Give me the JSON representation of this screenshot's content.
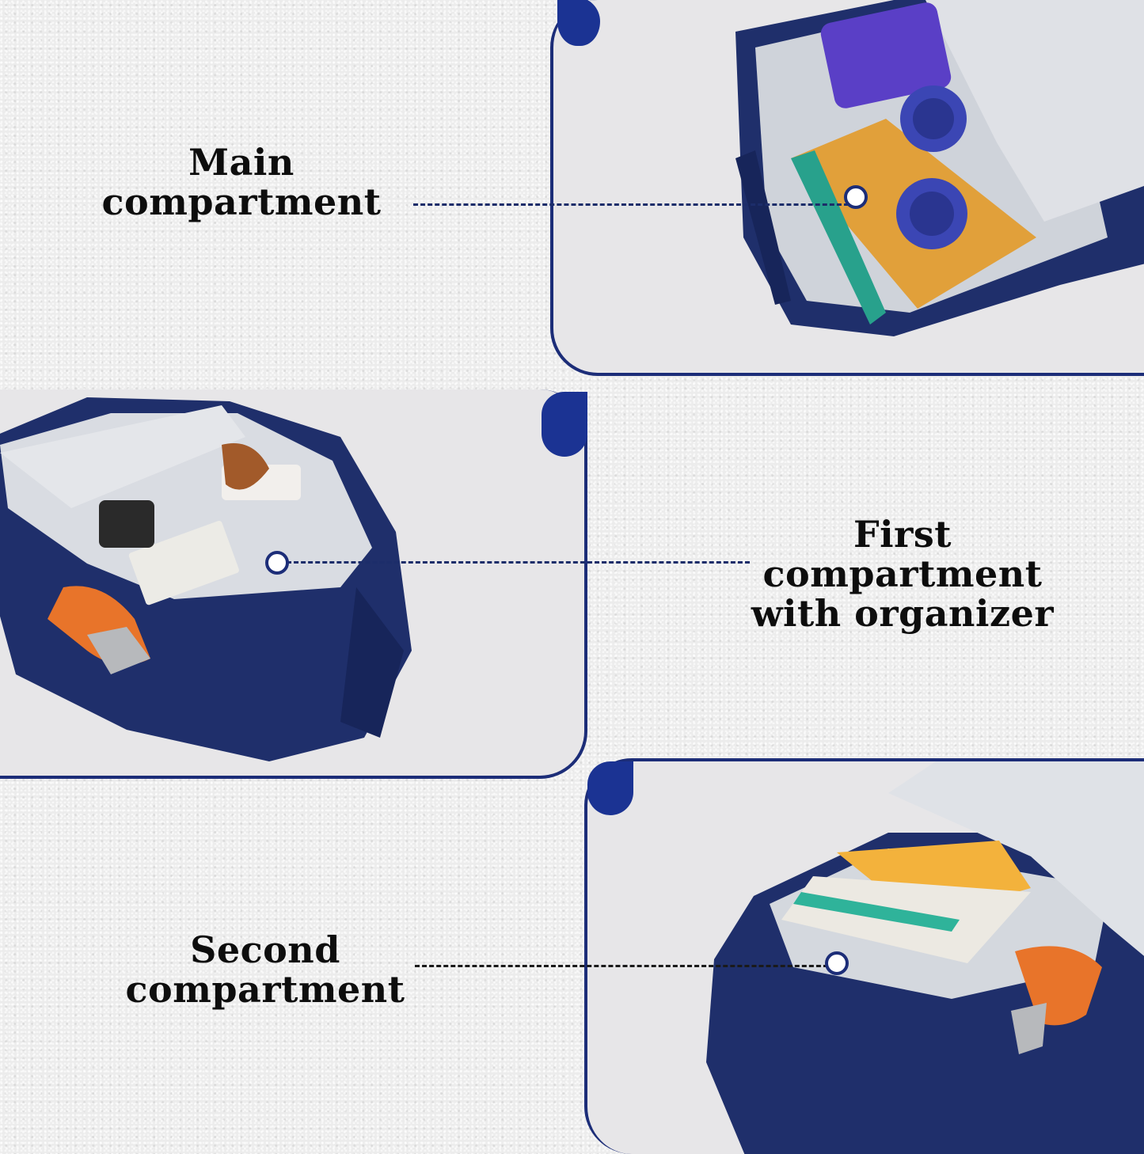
{
  "labels": {
    "main": "Main compartment",
    "first": "First compartment with organizer",
    "second": "Second compartment"
  },
  "colors": {
    "accent": "#1b3393",
    "bag": "#1f2f6b",
    "lining": "#d8dbe0",
    "bottle": "#e8742a"
  }
}
